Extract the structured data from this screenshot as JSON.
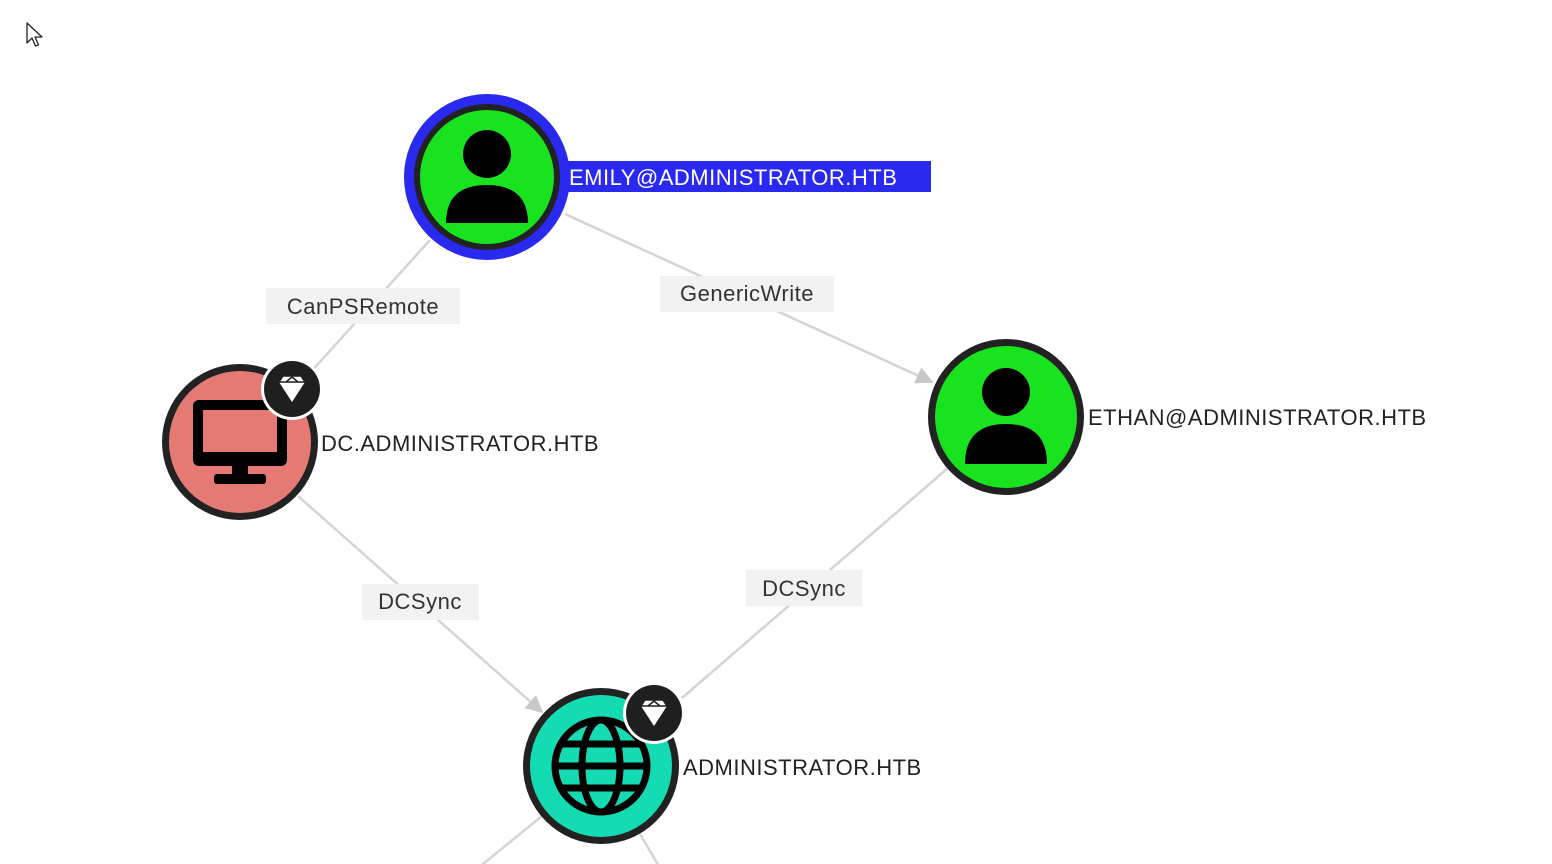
{
  "graph": {
    "nodes": {
      "emily": {
        "label": "EMILY@ADMINISTRATOR.HTB",
        "type": "user",
        "selected": true
      },
      "ethan": {
        "label": "ETHAN@ADMINISTRATOR.HTB",
        "type": "user"
      },
      "dc": {
        "label": "DC.ADMINISTRATOR.HTB",
        "type": "computer",
        "high_value": true
      },
      "domain": {
        "label": "ADMINISTRATOR.HTB",
        "type": "domain",
        "high_value": true
      }
    },
    "edges": {
      "emily_dc": {
        "label": "CanPSRemote"
      },
      "emily_ethan": {
        "label": "GenericWrite"
      },
      "dc_domain": {
        "label": "DCSync"
      },
      "ethan_domain": {
        "label": "DCSync"
      }
    }
  },
  "colors": {
    "user_node": "#19e31f",
    "computer_node": "#e57a75",
    "domain_node": "#14dbb2",
    "selection": "#2929f0",
    "edge": "#d4d4d4"
  },
  "icons": {
    "user": "user-icon",
    "computer": "monitor-icon",
    "domain": "globe-icon",
    "high_value": "gem-icon",
    "cursor": "mouse-pointer-icon"
  }
}
